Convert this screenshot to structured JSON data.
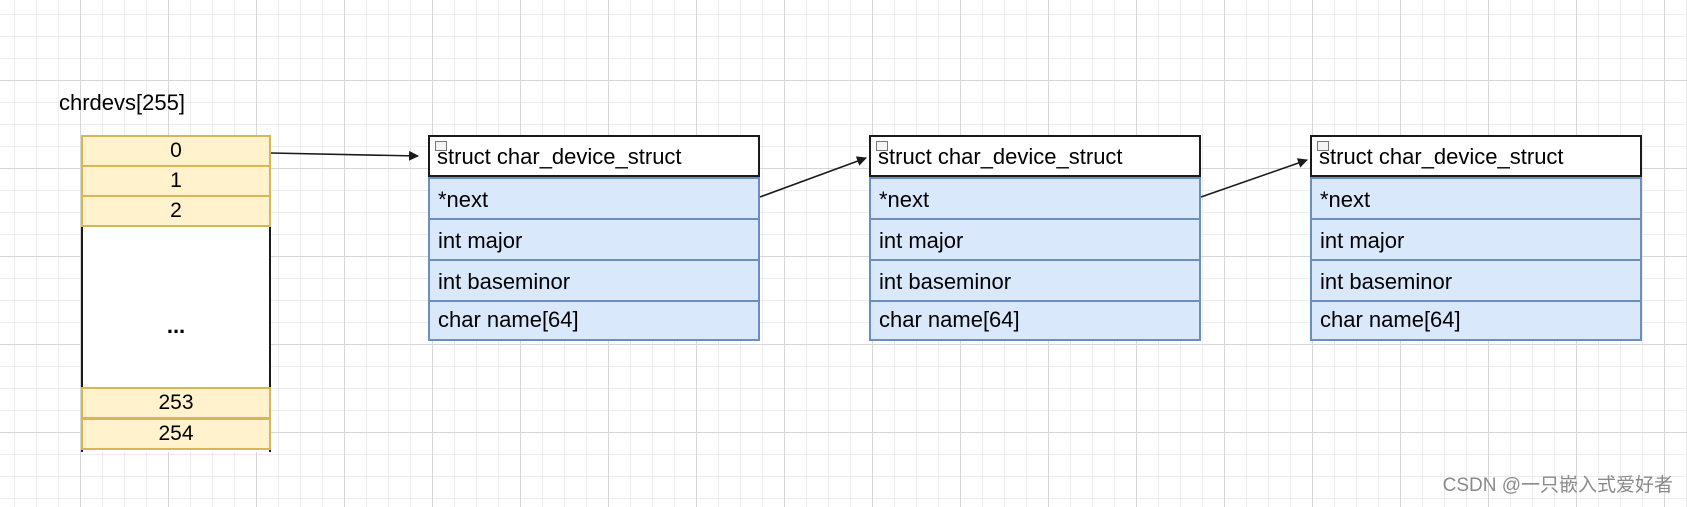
{
  "array": {
    "title": "chrdevs[255]",
    "cells_top": [
      "0",
      "1",
      "2"
    ],
    "ellipsis": "...",
    "cells_bottom": [
      "253",
      "254"
    ]
  },
  "structs": [
    {
      "title": "struct char_device_struct",
      "fields": [
        "*next",
        "int major",
        "int baseminor",
        "char name[64]"
      ]
    },
    {
      "title": "struct char_device_struct",
      "fields": [
        "*next",
        "int major",
        "int baseminor",
        "char name[64]"
      ]
    },
    {
      "title": "struct char_device_struct",
      "fields": [
        "*next",
        "int major",
        "int baseminor",
        "char name[64]"
      ]
    }
  ],
  "watermark": "CSDN @一只嵌入式爱好者",
  "colors": {
    "array_cell_fill": "#fff2cc",
    "array_cell_stroke": "#d6b656",
    "struct_fill": "#dae8fc",
    "struct_stroke": "#6c8ebf",
    "arrow": "#1a1a1a"
  }
}
